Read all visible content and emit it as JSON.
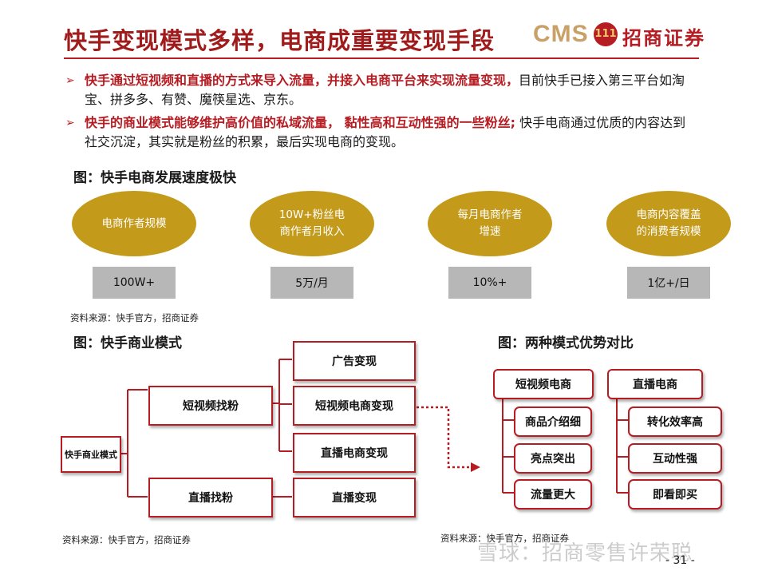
{
  "header": {
    "title": "快手变现模式多样，电商成重要变现手段",
    "logo": {
      "cms": "CMS",
      "badge": "111",
      "name": "招商证券"
    }
  },
  "bullets": [
    {
      "highlight": "快手通过短视频和直播的方式来导入流量，并接入电商平台来实现流量变现，",
      "rest": "目前快手已接入第三平台如淘宝、拼多多、有赞、魔筷星选、京东。"
    },
    {
      "highlight": "快手的商业模式能够维护高价值的私域流量， 黏性高和互动性强的一些粉丝;",
      "rest": " 快手电商通过优质的内容达到社交沉淀，其实就是粉丝的积累，最后实现电商的变现。"
    }
  ],
  "growth_figure": {
    "caption": "图：快手电商发展速度极快",
    "items": [
      {
        "label": "电商作者规模",
        "value": "100W+"
      },
      {
        "label": "10W+粉丝电\n商作者月收入",
        "value": "5万/月"
      },
      {
        "label": "每月电商作者\n增速",
        "value": "10%+"
      },
      {
        "label": "电商内容覆盖\n的消费者规模",
        "value": "1亿+/日"
      }
    ],
    "source": "资料来源：快手官方，招商证券"
  },
  "model_figure": {
    "caption": "图：快手商业模式",
    "root": "快手商业模式",
    "branches": [
      "短视频找粉",
      "直播找粉"
    ],
    "leaves": [
      "广告变现",
      "短视频电商变现",
      "直播电商变现",
      "直播变现"
    ],
    "source": "资料来源：快手官方，招商证券"
  },
  "compare_figure": {
    "caption": "图：两种模式优势对比",
    "columns": [
      {
        "title": "短视频电商",
        "items": [
          "商品介绍细",
          "亮点突出",
          "流量更大"
        ]
      },
      {
        "title": "直播电商",
        "items": [
          "转化效率高",
          "互动性强",
          "即看即买"
        ]
      }
    ],
    "source": "资料来源：快手官方，招商证券"
  },
  "colors": {
    "brand_red": "#b61d23",
    "gold_oval": "#c49a1a",
    "gray_box": "#b7b7b7",
    "cms_gold": "#c9a067"
  },
  "footer": {
    "watermark": "雪球：招商零售许荣聪",
    "page": "- 31 -"
  }
}
